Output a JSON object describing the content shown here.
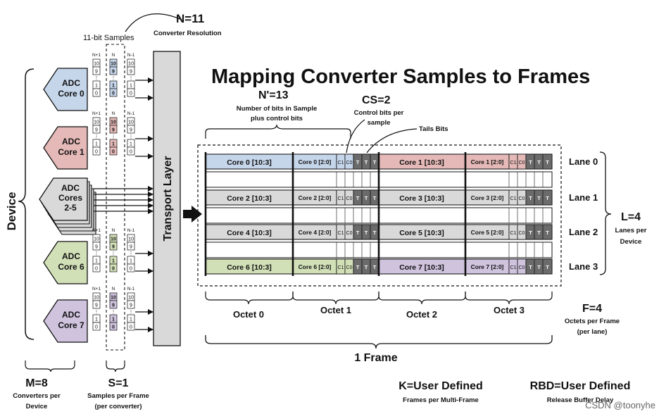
{
  "title": "Mapping Converter Samples to Frames",
  "watermark": "CSDN @toonyhe",
  "device_label": "Device",
  "transport_layer_label": "Transport Layer",
  "resolution": {
    "value": "N=11",
    "caption": "Converter Resolution",
    "samples_caption": "11-bit Samples"
  },
  "n_prime": {
    "value": "N'=13",
    "caption_line1": "Number of bits in Sample",
    "caption_line2": "plus control bits"
  },
  "cs": {
    "value": "CS=2",
    "caption_line1": "Control bits per",
    "caption_line2": "sample"
  },
  "tails_label": "Tails Bits",
  "adcs": [
    {
      "line1": "ADC",
      "line2": "Core 0",
      "line3": "",
      "color": "#c5d5ea"
    },
    {
      "line1": "ADC",
      "line2": "Core 1",
      "line3": "",
      "color": "#e4b9b7"
    },
    {
      "line1": "ADC",
      "line2": "Cores",
      "line3": "2-5",
      "color": "#d9d9d9"
    },
    {
      "line1": "ADC",
      "line2": "Core 6",
      "line3": "",
      "color": "#d2e0b8"
    },
    {
      "line1": "ADC",
      "line2": "Core 7",
      "line3": "",
      "color": "#cfc3de"
    }
  ],
  "sample_columns": {
    "left": "N+1",
    "mid": "N",
    "right": "N-1"
  },
  "sample_bits": {
    "b10": "10",
    "b9": "9",
    "b1": "1",
    "b0": "0",
    "dots": "⋮"
  },
  "lanes": [
    {
      "label": "Lane 0",
      "hi": "Core 0 [10:3]",
      "lo": "Core 0 [2:0]",
      "hi2": "Core 1 [10:3]",
      "lo2": "Core 1 [2:0]",
      "c1": "#c5d5ea",
      "c2": "#e4b9b7"
    },
    {
      "label": "Lane 1",
      "hi": "Core 2 [10:3]",
      "lo": "Core 2 [2:0]",
      "hi2": "Core 3 [10:3]",
      "lo2": "Core 3 [2:0]",
      "c1": "#d9d9d9",
      "c2": "#d9d9d9"
    },
    {
      "label": "Lane 2",
      "hi": "Core 4 [10:3]",
      "lo": "Core 4 [2:0]",
      "hi2": "Core 5 [10:3]",
      "lo2": "Core 5 [2:0]",
      "c1": "#d9d9d9",
      "c2": "#d9d9d9"
    },
    {
      "label": "Lane 3",
      "hi": "Core 6 [10:3]",
      "lo": "Core 6 [2:0]",
      "hi2": "Core 7 [10:3]",
      "lo2": "Core 7 [2:0]",
      "c1": "#d2e0b8",
      "c2": "#cfc3de"
    }
  ],
  "ctrl_bits": {
    "c1": "C1",
    "c0": "C0",
    "t": "T"
  },
  "octets": [
    "Octet 0",
    "Octet 1",
    "Octet 2",
    "Octet 3"
  ],
  "frame_label": "1 Frame",
  "l_param": {
    "value": "L=4",
    "caption_line1": "Lanes per",
    "caption_line2": "Device"
  },
  "f_param": {
    "value": "F=4",
    "caption_line1": "Octets per Frame",
    "caption_line2": "(per lane)"
  },
  "m_param": {
    "value": "M=8",
    "caption_line1": "Converters per",
    "caption_line2": "Device"
  },
  "s_param": {
    "value": "S=1",
    "caption_line1": "Samples per Frame",
    "caption_line2": "(per converter)"
  },
  "k_param": {
    "value": "K=User Defined",
    "caption": "Frames per Multi-Frame"
  },
  "rbd_param": {
    "value": "RBD=User Defined",
    "caption": "Release Buffer Delay"
  },
  "colors": {
    "tail": "#6b6b6b",
    "line": "#111111"
  }
}
